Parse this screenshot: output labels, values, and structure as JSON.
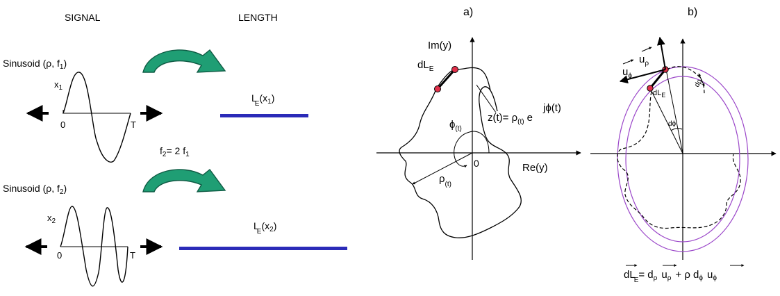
{
  "colors": {
    "ink": "#000000",
    "length_bar": "#2b2bb8",
    "arrow_fill": "#1f9e74",
    "arrow_stroke": "#0f5b44",
    "point": "#e0304a",
    "circle": "#9b47c9"
  },
  "left": {
    "headers": {
      "signal": "SIGNAL",
      "length": "LENGTH"
    },
    "top": {
      "label": "Sinusoid (",
      "rho": "ρ",
      "freq": ", f",
      "freq_sub": "1",
      "close": ")",
      "x_label": "x",
      "x_sub": "1",
      "zero": "0",
      "T": "T",
      "length_label": "L",
      "length_sub": "E",
      "length_arg": "(x",
      "length_arg_sub": "1",
      "length_arg_close": ")"
    },
    "relation": {
      "lhs": "f",
      "lhs_sub": "2",
      "mid": "= 2 f",
      "rhs_sub": "1"
    },
    "bottom": {
      "label": "Sinusoid (",
      "rho": "ρ",
      "freq": ", f",
      "freq_sub": "2",
      "close": ")",
      "x_label": "x",
      "x_sub": "2",
      "zero": "0",
      "T": "T",
      "length_label": "L",
      "length_sub": "E",
      "length_arg": "(x",
      "length_arg_sub": "2",
      "length_arg_close": ")"
    }
  },
  "panel_a": {
    "title": "a)",
    "im_axis": "Im(y)",
    "re_axis": "Re(y)",
    "origin": "0",
    "dL": "dL",
    "dL_sub": "E",
    "z_eq": "z(t)= ρ",
    "z_sub": "(t)",
    "e": "e",
    "exponent": "jϕ(t)",
    "phi": "ϕ",
    "phi_sub": "(t)",
    "rho": "ρ",
    "rho_sub": "(t)"
  },
  "panel_b": {
    "title": "b)",
    "u_rho": "u",
    "u_rho_sub": "ρ",
    "u_phi": "u",
    "u_phi_sub": "ϕ",
    "dL": "dL",
    "dL_sub": "E",
    "dphi": "dϕ",
    "drho": "dρ",
    "formula": {
      "dL": "dL",
      "dL_sub": "E",
      "eq": "= d",
      "d_sub": "ρ",
      "u1": "u",
      "u1_sub": "ρ",
      "plus": "+ ρ d",
      "d2_sub": "ϕ",
      "u2": "u",
      "u2_sub": "ϕ"
    }
  }
}
